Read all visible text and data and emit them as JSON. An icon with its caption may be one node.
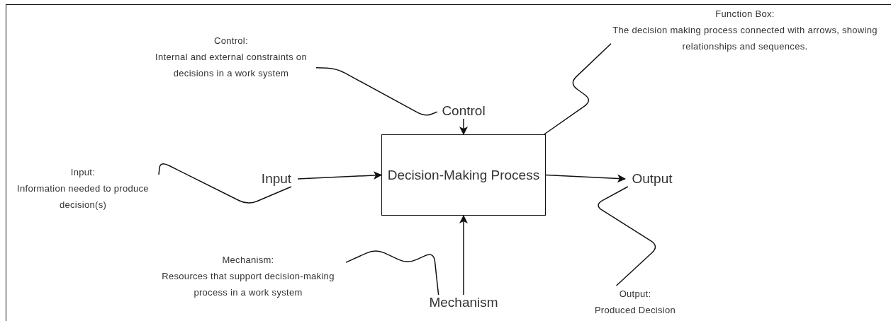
{
  "diagram": {
    "nodes": [
      {
        "text": [
          "Decision-Making Process"
        ]
      },
      {
        "text": [
          "Control"
        ]
      },
      {
        "text": [
          "Input"
        ]
      },
      {
        "text": [
          "Output"
        ]
      },
      {
        "text": [
          "Mechanism"
        ]
      },
      {
        "text": [
          "Control:",
          "Internal and external constraints on decisions in a work system"
        ]
      },
      {
        "text": [
          "Input:",
          "Information needed to produce decision(s)"
        ]
      },
      {
        "text": [
          "Mechanism:",
          "Resources that support decision-making process in a work system"
        ]
      },
      {
        "text": [
          "Function Box:",
          "The decision making process connected with arrows, showing relationships and sequences."
        ]
      },
      {
        "text": [
          "Output:",
          "Produced Decision"
        ]
      }
    ],
    "edges": [
      {
        "from": 1,
        "to": 0,
        "arrow": "to"
      },
      {
        "from": 2,
        "to": 0,
        "arrow": "to"
      },
      {
        "from": 0,
        "to": 3,
        "arrow": "to"
      },
      {
        "from": 4,
        "to": 0,
        "arrow": "to"
      },
      {
        "from": 5,
        "to": 1,
        "arrow": "none"
      },
      {
        "from": 6,
        "to": 2,
        "arrow": "none"
      },
      {
        "from": 7,
        "to": 4,
        "arrow": "none"
      },
      {
        "from": 8,
        "to": 0,
        "arrow": "none"
      },
      {
        "from": 9,
        "to": 3,
        "arrow": "none"
      }
    ]
  }
}
